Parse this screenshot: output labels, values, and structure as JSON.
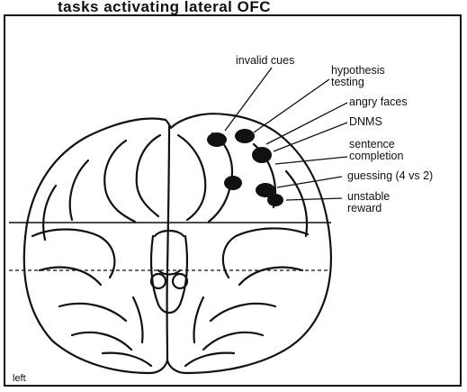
{
  "figure": {
    "title": "tasks activating lateral OFC",
    "corner_label": "left",
    "labels": [
      {
        "id": "invalid-cues",
        "lines": [
          "invalid cues"
        ]
      },
      {
        "id": "hypothesis-testing",
        "lines": [
          "hypothesis",
          "testing"
        ]
      },
      {
        "id": "angry-faces",
        "lines": [
          "angry faces"
        ]
      },
      {
        "id": "dnms",
        "lines": [
          "DNMS"
        ]
      },
      {
        "id": "sentence-completion",
        "lines": [
          "sentence",
          "completion"
        ]
      },
      {
        "id": "guessing",
        "lines": [
          "guessing (4 vs 2)"
        ]
      },
      {
        "id": "unstable-reward",
        "lines": [
          "unstable",
          "reward"
        ]
      }
    ]
  }
}
